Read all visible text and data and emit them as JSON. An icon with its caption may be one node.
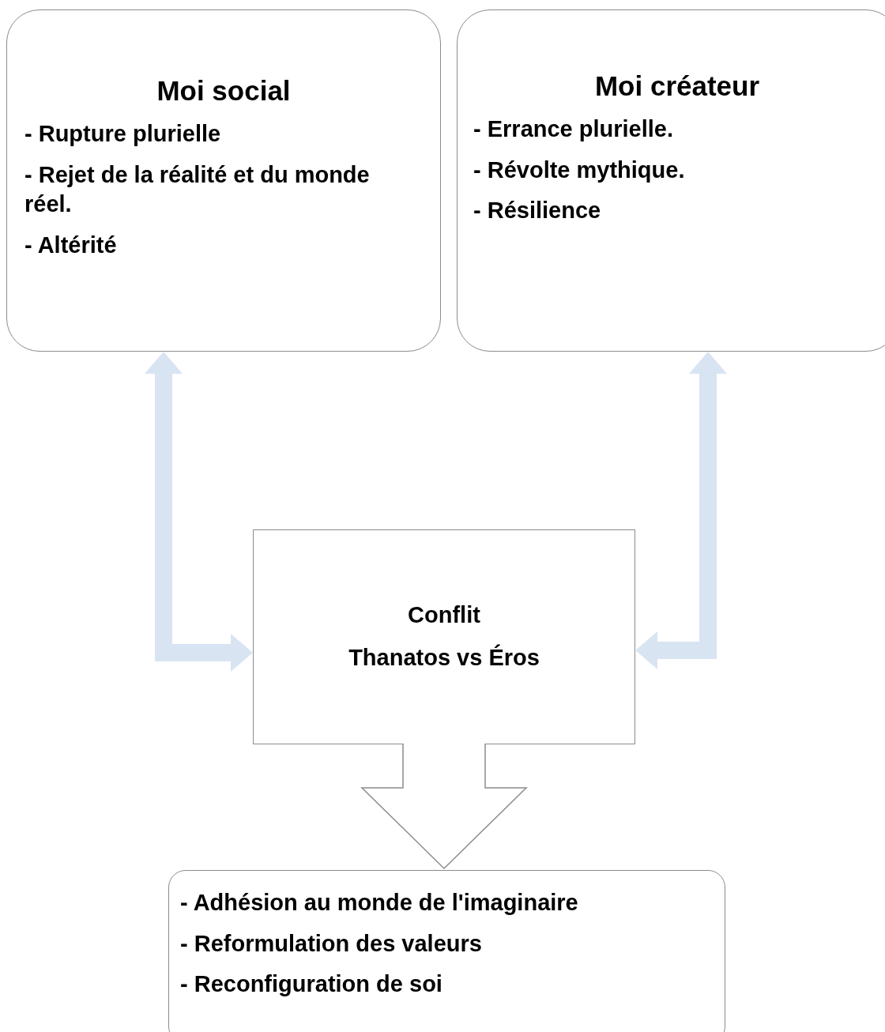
{
  "diagram": {
    "nodes": [
      {
        "text": [
          "Moi social",
          "- Rupture plurielle",
          "- Rejet de la réalité et du monde réel.",
          "- Altérité"
        ]
      },
      {
        "text": [
          "Moi créateur",
          "- Errance plurielle.",
          "- Révolte mythique.",
          "- Résilience"
        ]
      },
      {
        "text": [
          "Conflit",
          "Thanatos vs Éros"
        ]
      },
      {
        "text": [
          "- Adhésion au monde de l'imaginaire",
          "- Reformulation des valeurs",
          "- Reconfiguration de soi"
        ]
      }
    ],
    "edges": [
      {
        "from": 0,
        "to": 2,
        "arrow": "both",
        "color": "#d9e4f3"
      },
      {
        "from": 1,
        "to": 2,
        "arrow": "both",
        "color": "#d9e4f3"
      },
      {
        "from": 2,
        "to": 3,
        "arrow": "to"
      }
    ]
  }
}
